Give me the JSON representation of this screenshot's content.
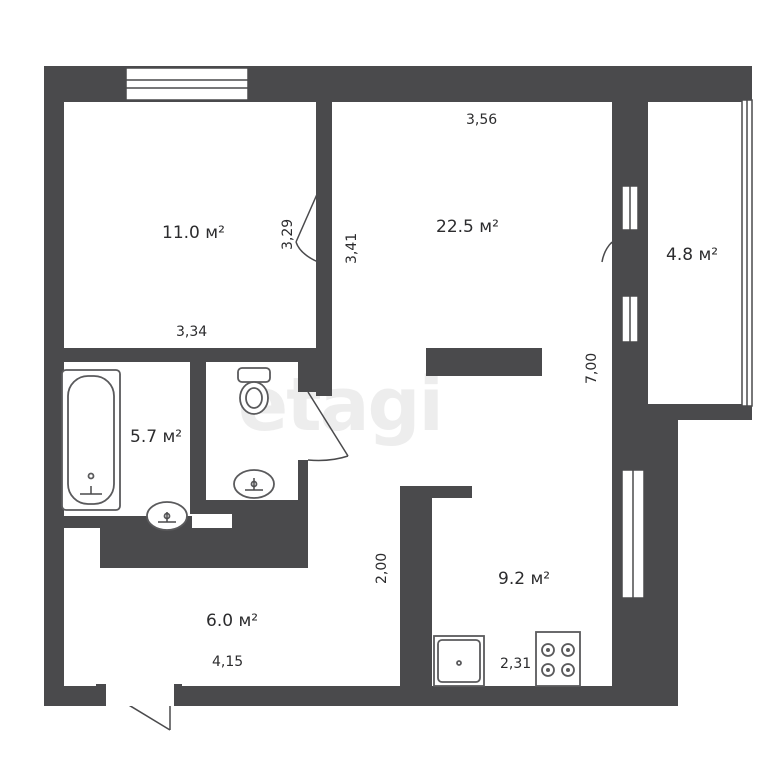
{
  "watermark": "etagi",
  "rooms": [
    {
      "id": "bedroom",
      "area": "11.0 м²"
    },
    {
      "id": "living",
      "area": "22.5 м²"
    },
    {
      "id": "balcony",
      "area": "4.8 м²"
    },
    {
      "id": "bathroom",
      "area": "5.7 м²"
    },
    {
      "id": "hall",
      "area": "6.0 м²"
    },
    {
      "id": "kitchen",
      "area": "9.2 м²"
    }
  ],
  "dimensions": {
    "bedroom_height": "3,29",
    "bedroom_width": "3,34",
    "living_width": "3,56",
    "living_height": "3,41",
    "living_length": "7,00",
    "hall_width": "4,15",
    "hall_height": "2,00",
    "kitchen_width": "2,31"
  },
  "colors": {
    "wall": "#4a4a4c",
    "background": "#ffffff"
  }
}
